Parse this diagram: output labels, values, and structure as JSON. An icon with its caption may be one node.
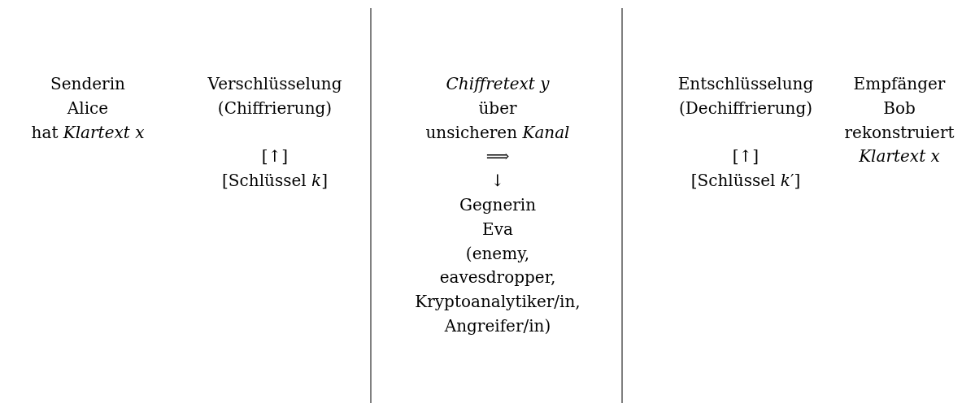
{
  "diagram": {
    "labels": [
      "Senderin",
      "Alice",
      "hat *Klartext x*",
      "Verschlüsselung",
      "(Chiffrierung)",
      "[↑]",
      "[Schlüssel *k*]",
      "*Chiffretext y*",
      "über",
      "unsicheren *Kanal*",
      "⟹",
      "↓",
      "Gegnerin",
      "Eva",
      "(enemy,",
      "eavesdropper,",
      "Kryptoanalytiker/in,",
      "Angreifer/in)",
      "Entschlüsselung",
      "(Dechiffrierung)",
      "[↑]",
      "[Schlüssel *k*′]",
      "Empfänger",
      "Bob",
      "rekonstruiert",
      "*Klartext x*"
    ]
  }
}
